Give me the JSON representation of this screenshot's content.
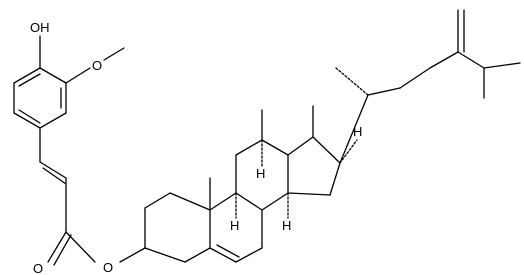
{
  "atom_labels": {
    "hydroxyl": "OH",
    "methoxy_o": "O",
    "carbonyl_o": "O",
    "ester_o": "O",
    "h_c9": "H",
    "h_c8": "H",
    "h_c14": "H",
    "h_c17": "H"
  }
}
